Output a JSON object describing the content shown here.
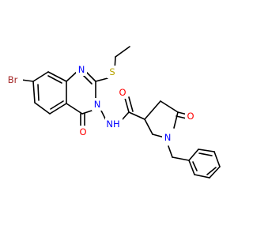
{
  "molecule": {
    "atom_labels": {
      "bromine": "Br",
      "ring_n_top": "N",
      "ring_n_substituted": "N",
      "amide_nh": "NH",
      "pyrrolidine_n": "N",
      "sulfur": "S",
      "quinazolinone_oxygen": "O",
      "amide_oxygen": "O",
      "lactam_oxygen": "O"
    },
    "colors": {
      "bond": "#000000",
      "bromine": "#a52a2a",
      "nitrogen": "#0000ff",
      "oxygen": "#ff0000",
      "sulfur": "#b8a400",
      "background": "#ffffff"
    }
  }
}
